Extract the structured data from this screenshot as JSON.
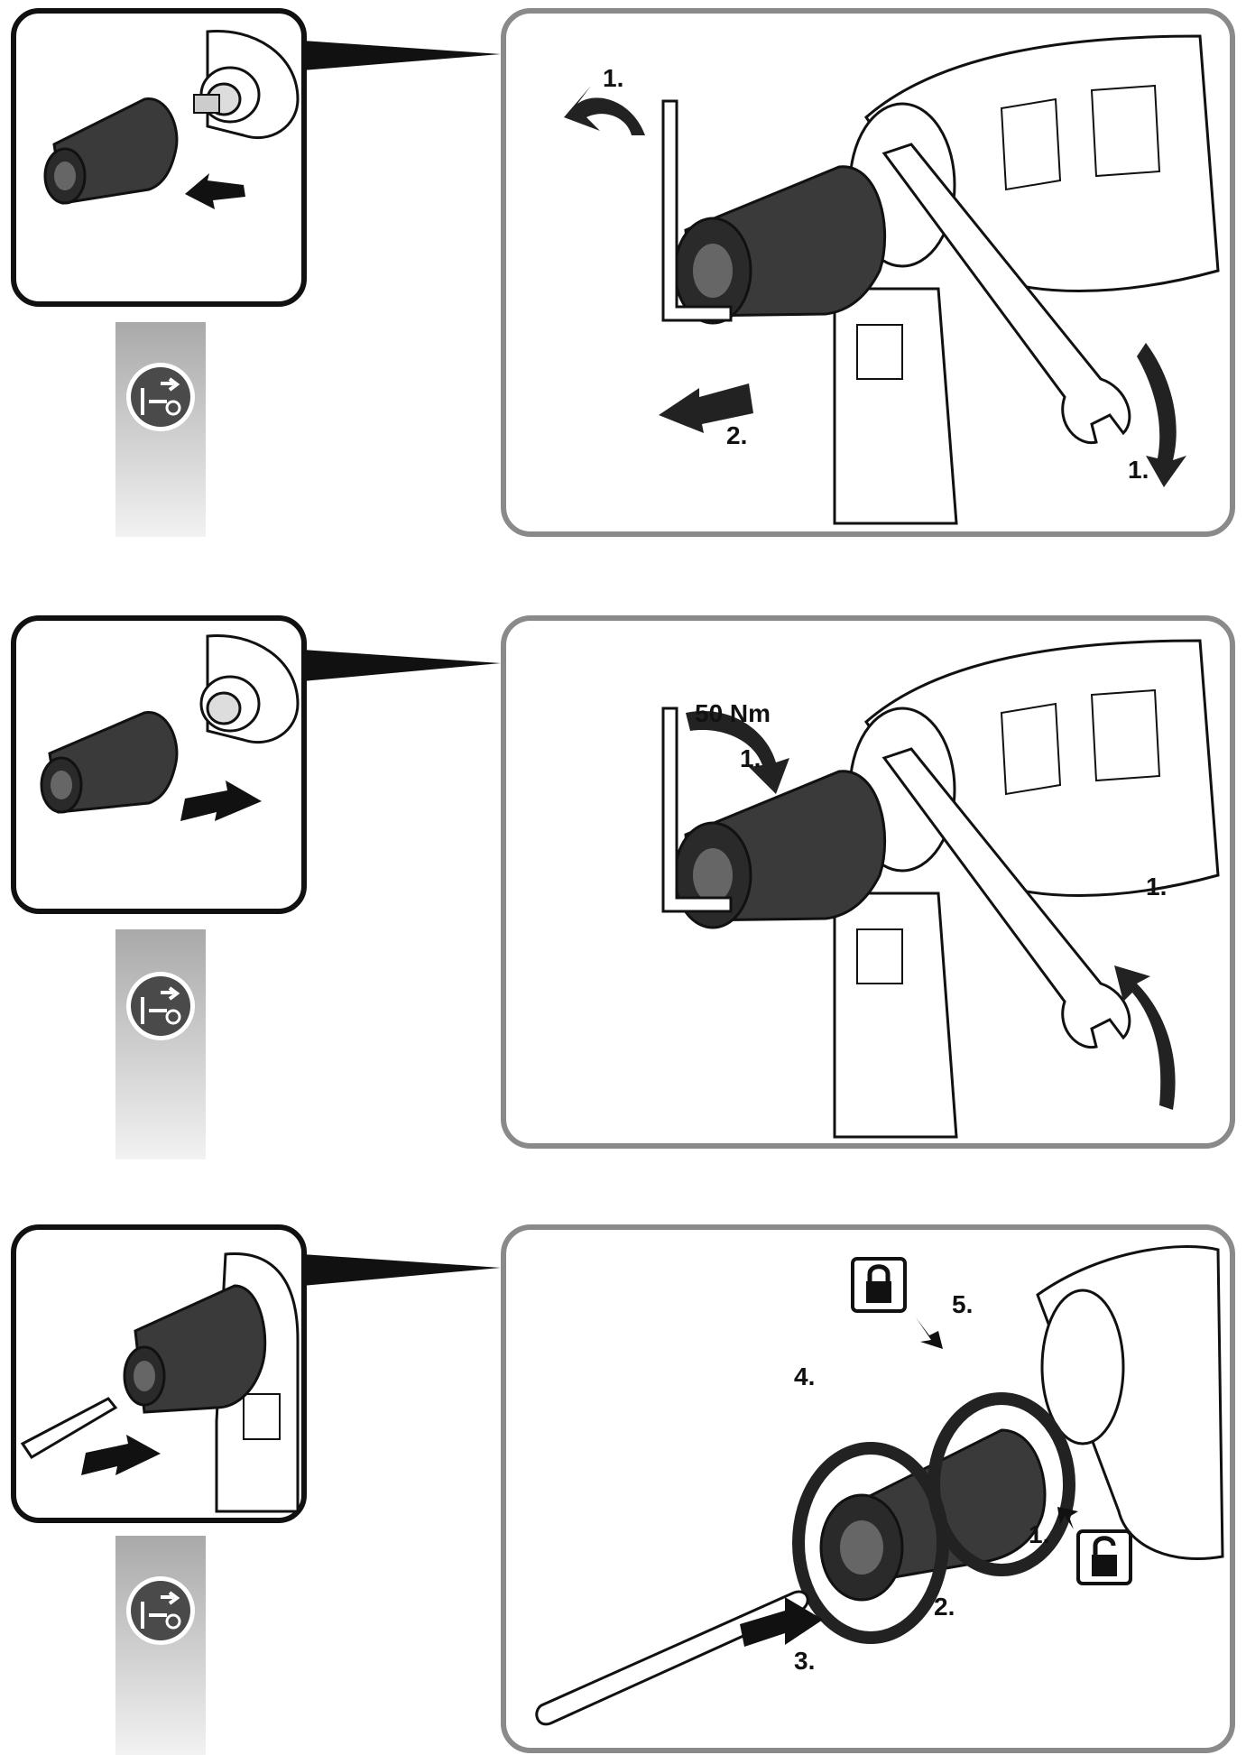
{
  "row1": {
    "labels": {
      "rotate_key": "1.",
      "pull": "2.",
      "rotate_wrench": "1."
    }
  },
  "row2": {
    "labels": {
      "torque": "50 Nm",
      "rotate_key": "1.",
      "rotate_wrench": "1."
    }
  },
  "row3": {
    "labels": {
      "step1": "1.",
      "step2": "2.",
      "step3": "3.",
      "step4": "4.",
      "step5": "5."
    }
  },
  "icons": {
    "unplug": "disconnect-mains-plug-icon",
    "lock": "padlock-closed-icon",
    "unlock": "padlock-open-icon"
  },
  "colors": {
    "outline": "#111111",
    "panel_border": "#8a8a8a",
    "side_strip": "#b5b5b5",
    "chuck_dark": "#3a3a3a"
  }
}
